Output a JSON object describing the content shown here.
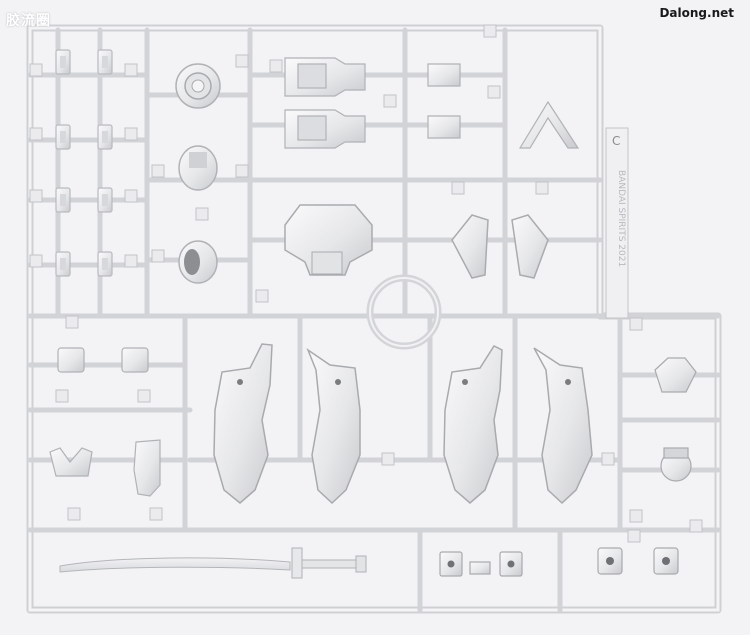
{
  "watermark_left": "胶流圈",
  "watermark_right": "Dalong.net",
  "runner_tag_letter": "C",
  "runner_tag_text": "BANDAI SPIRITS 2021",
  "colors": {
    "background": "#f3f3f5",
    "plastic": "#ededef",
    "plastic_shadow": "#c9cacd",
    "plastic_edge": "#b8babe",
    "watermark_right": "#1a1a1a"
  }
}
